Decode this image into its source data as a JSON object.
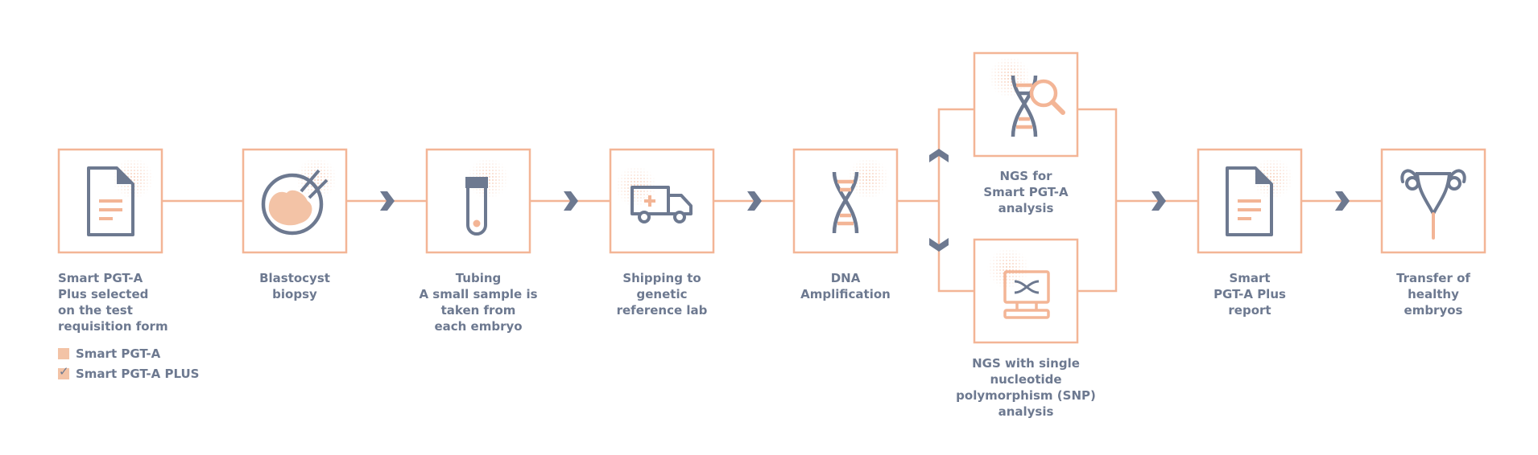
{
  "colors": {
    "accent": "#f3b596",
    "icon": "#6d7990",
    "text": "#6d7990"
  },
  "steps": [
    {
      "label": "Smart PGT-A\nPlus selected\non the test\nrequisition form",
      "icon": "document-icon"
    },
    {
      "label": "Blastocyst\nbiopsy",
      "icon": "biopsy-dish-icon"
    },
    {
      "label": "Tubing\nA small sample is\ntaken from\neach embryo",
      "icon": "test-tube-icon"
    },
    {
      "label": "Shipping to\ngenetic\nreference lab",
      "icon": "ambulance-truck-icon"
    },
    {
      "label": "DNA\nAmplification",
      "icon": "dna-icon"
    },
    {
      "label": "NGS for\nSmart PGT-A\nanalysis",
      "icon": "dna-magnifier-icon"
    },
    {
      "label": "NGS with single\nnucleotide\npolymorphism (SNP)\nanalysis",
      "icon": "computer-dna-icon"
    },
    {
      "label": "Smart\nPGT-A Plus\nreport",
      "icon": "report-document-icon"
    },
    {
      "label": "Transfer of\nhealthy\nembryos",
      "icon": "uterus-icon"
    }
  ],
  "options": [
    {
      "label": "Smart PGT-A",
      "checked": false
    },
    {
      "label": "Smart PGT-A PLUS",
      "checked": true
    }
  ]
}
